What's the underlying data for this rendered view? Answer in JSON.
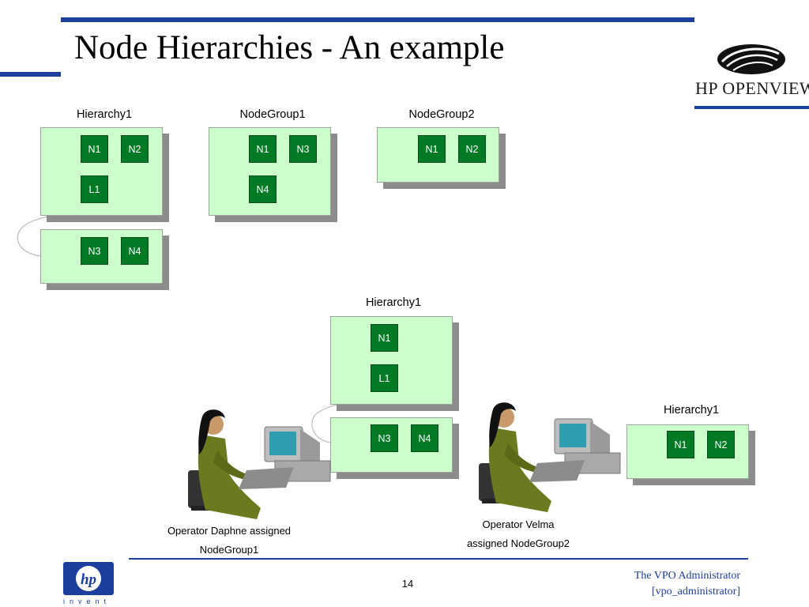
{
  "slide": {
    "title": "Node Hierarchies - An example",
    "brand": "HP OPENVIEW",
    "invent": "invent",
    "page_number": "14",
    "footer_line1": "The VPO Administrator",
    "footer_line2": "[vpo_administrator]"
  },
  "top_groups": {
    "hierarchy1": {
      "label": "Hierarchy1",
      "upper_nodes": [
        "N1",
        "N2",
        "L1"
      ],
      "lower_nodes": [
        "N3",
        "N4"
      ]
    },
    "nodegroup1": {
      "label": "NodeGroup1",
      "nodes": [
        "N1",
        "N3",
        "N4"
      ]
    },
    "nodegroup2": {
      "label": "NodeGroup2",
      "nodes": [
        "N1",
        "N2"
      ]
    }
  },
  "daphne_view": {
    "label": "Hierarchy1",
    "upper_nodes": [
      "N1",
      "L1"
    ],
    "lower_nodes": [
      "N3",
      "N4"
    ],
    "caption_line1": "Operator Daphne assigned",
    "caption_line2": "NodeGroup1"
  },
  "velma_view": {
    "label": "Hierarchy1",
    "nodes": [
      "N1",
      "N2"
    ],
    "caption_line1": "Operator Velma",
    "caption_line2": "assigned NodeGroup2"
  },
  "colors": {
    "accent_blue": "#1c3e9c",
    "box_fill": "#ccffcc",
    "node_fill": "#007a24"
  }
}
